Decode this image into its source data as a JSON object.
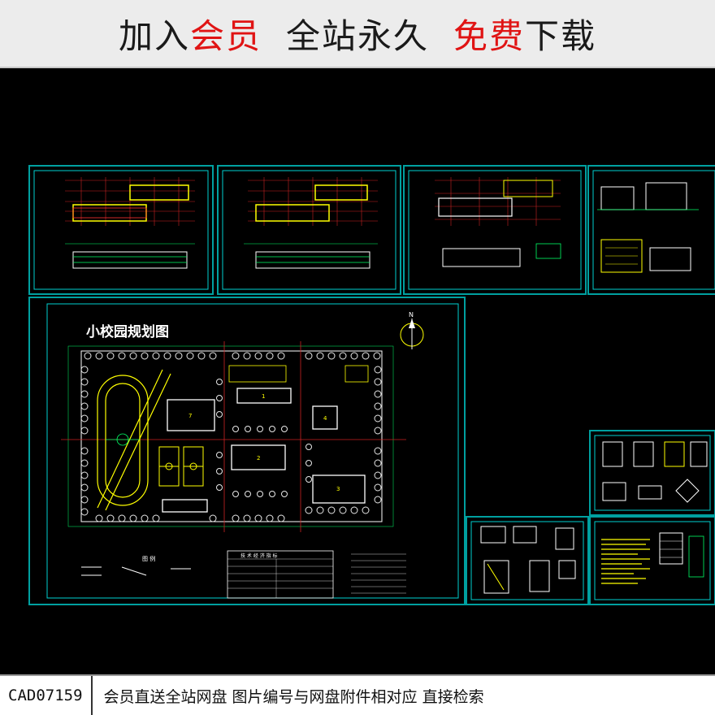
{
  "banner": {
    "part1": "加入",
    "part2": "会员",
    "part3": "全站永久",
    "part4": "免费",
    "part5": "下载",
    "color_dark": "#1a1a1a",
    "color_red": "#e01414"
  },
  "drawing": {
    "title": "小校园规划图",
    "north_mark": "N",
    "legend_title": "图 例",
    "table_title": "技 术 经 济 指 标",
    "frame_color": "#00a0a0",
    "line_color": "#00ff66",
    "grid_color": "#cc2222",
    "tree_color": "#e8e8e8",
    "note_color": "#ffff00",
    "building_labels": [
      "1",
      "2",
      "3",
      "4",
      "7"
    ]
  },
  "footer": {
    "code": "CAD07159",
    "text": "会员直送全站网盘  图片编号与网盘附件相对应  直接检索"
  }
}
